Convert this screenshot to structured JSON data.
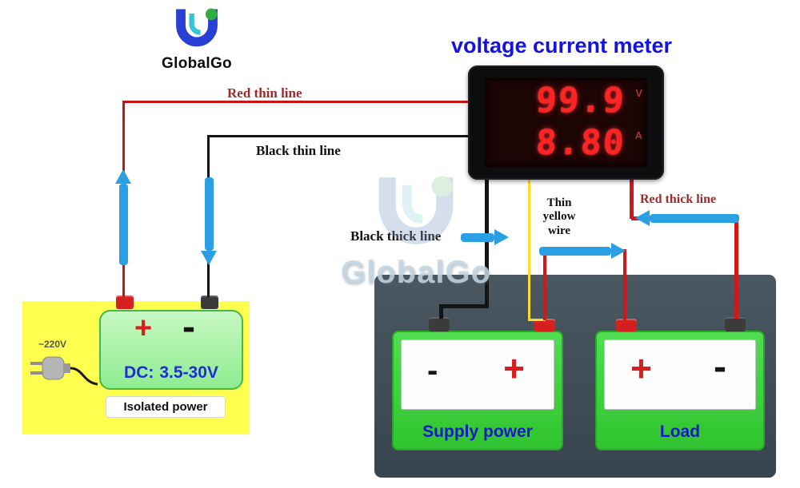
{
  "brand": {
    "logo_text": "GlobalGo",
    "watermark_text": "GlobalGo"
  },
  "title": "voltage current meter",
  "meter": {
    "voltage_reading": "99.9",
    "current_reading": "8.80",
    "voltage_unit": "V",
    "current_unit": "A"
  },
  "wire_labels": {
    "red_thin": "Red thin line",
    "black_thin": "Black thin line",
    "black_thick": "Black thick line",
    "thin_yellow_line1": "Thin",
    "thin_yellow_line2": "yellow",
    "thin_yellow_line3": "wire",
    "red_thick": "Red thick line"
  },
  "isolated_supply": {
    "plus": "+",
    "minus": "-",
    "dc_prefix": "DC:",
    "dc_range": "3.5-30V",
    "caption": "Isolated power",
    "mains_label": "~220V"
  },
  "supply_power": {
    "minus": "-",
    "plus": "+",
    "label": "Supply power"
  },
  "load": {
    "plus": "+",
    "minus": "-",
    "label": "Load"
  },
  "colors": {
    "title_blue": "#1414e0",
    "wire_red": "#c81414",
    "wire_black": "#141414",
    "wire_yellow": "#ffd92b",
    "arrow_blue": "#2b9fe4",
    "digit_red": "#ff2424",
    "board_green": "#3ccf3c",
    "panel_yellow": "#ffff4f",
    "dark_box": "#3e4b55"
  }
}
